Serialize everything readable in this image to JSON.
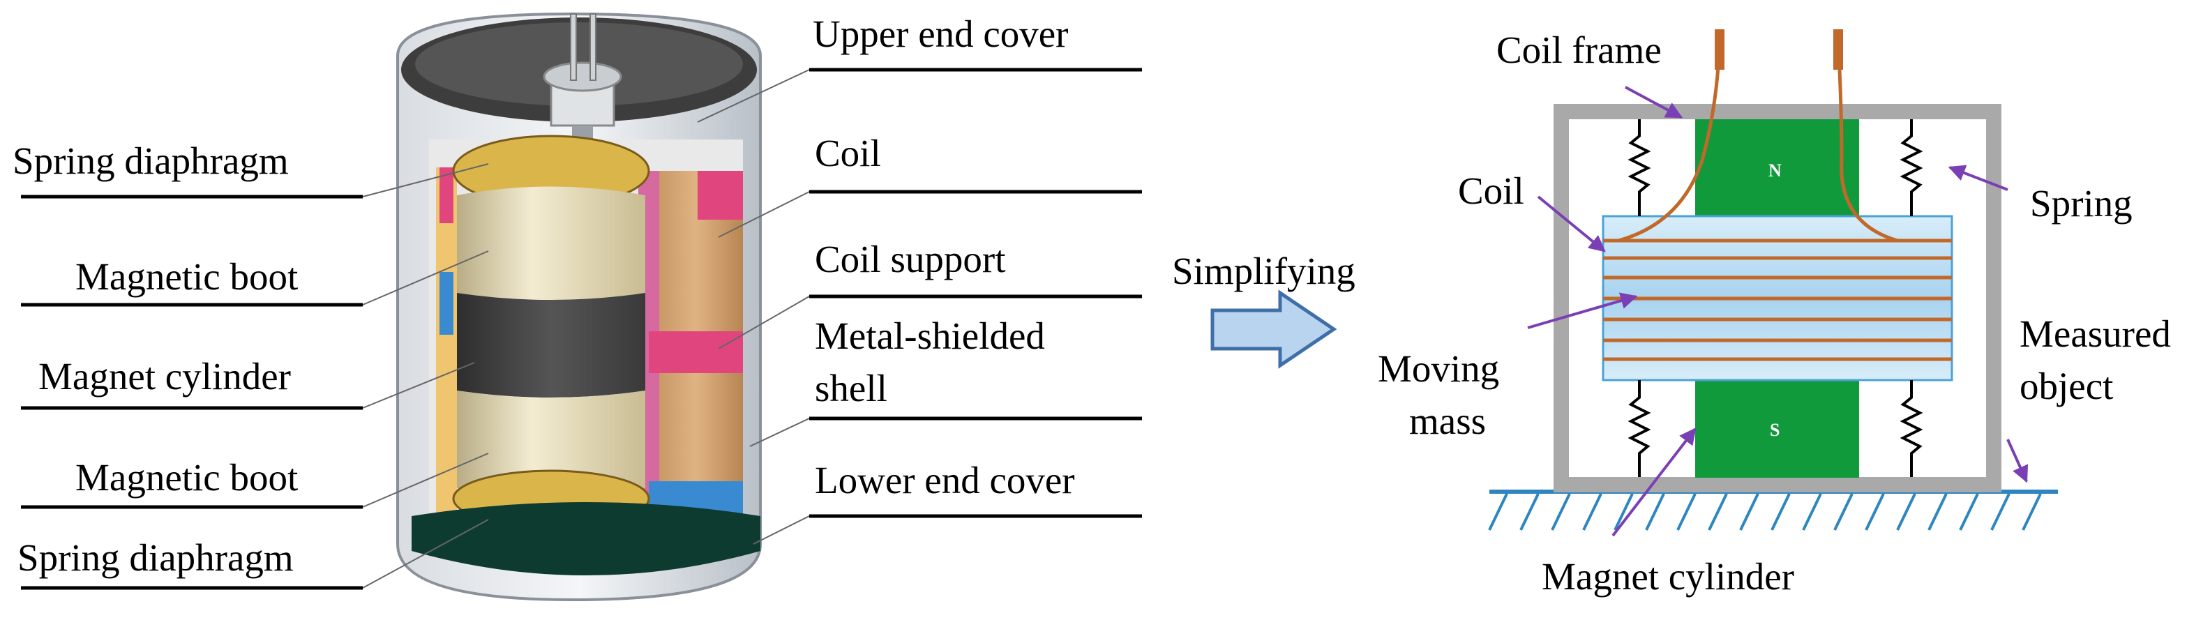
{
  "left_labels": {
    "spring_diaphragm_top": "Spring diaphragm",
    "magnetic_boot_top": "Magnetic boot",
    "magnet_cylinder": "Magnet cylinder",
    "magnetic_boot_bottom": "Magnetic boot",
    "spring_diaphragm_bottom": "Spring diaphragm"
  },
  "right_labels": {
    "upper_end_cover": "Upper end cover",
    "coil": "Coil",
    "coil_support": "Coil support",
    "metal_shielded_line1": "Metal-shielded",
    "metal_shielded_line2": "shell",
    "lower_end_cover": "Lower end cover"
  },
  "arrow_label": "Simplifying",
  "model_labels": {
    "coil_frame": "Coil frame",
    "coil": "Coil",
    "spring": "Spring",
    "moving_mass_line1": "Moving",
    "moving_mass_line2": "mass",
    "measured_object_line1": "Measured",
    "measured_object_line2": "object",
    "magnet_cylinder": "Magnet cylinder",
    "pole_n": "N",
    "pole_s": "S"
  },
  "colors": {
    "magnet_green": "#119a3c",
    "coil_copper": "#c0692a",
    "frame_gray": "#a9a9a9",
    "mass_blue": "#bfe0f5",
    "pointer_purple": "#7b3fb5",
    "arrow_fill": "#b9d4ee",
    "arrow_stroke": "#3f6fa8",
    "ground_blue": "#2e86c1"
  }
}
